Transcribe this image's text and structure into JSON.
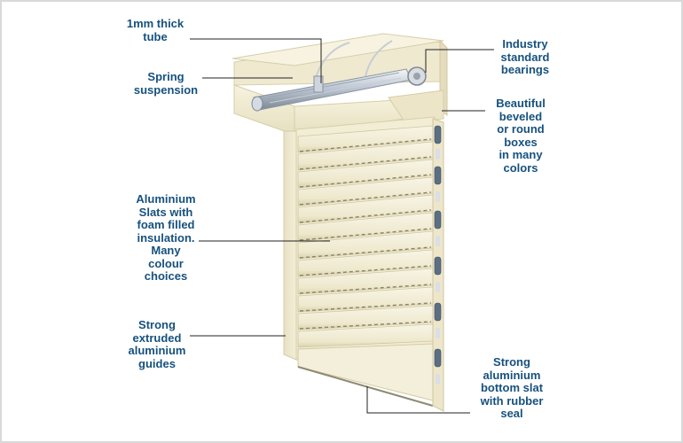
{
  "colors": {
    "label_text": "#16517e",
    "frame_border": "#d9d9d9",
    "shutter_body": "#f1ecd4",
    "leader_line": "#222222"
  },
  "labels": {
    "tube": "1mm thick\ntube",
    "spring": "Spring\nsuspension",
    "slats": "Aluminium\nSlats with\nfoam filled\ninsulation.\nMany\ncolour\nchoices",
    "guides": "Strong\nextruded\naluminium\nguides",
    "bearings": "Industry\nstandard\nbearings",
    "boxes": "Beautiful\nbeveled\nor round\nboxes\nin many\ncolors",
    "bottom_slat": "Strong\naluminium\nbottom slat\nwith rubber\nseal"
  }
}
